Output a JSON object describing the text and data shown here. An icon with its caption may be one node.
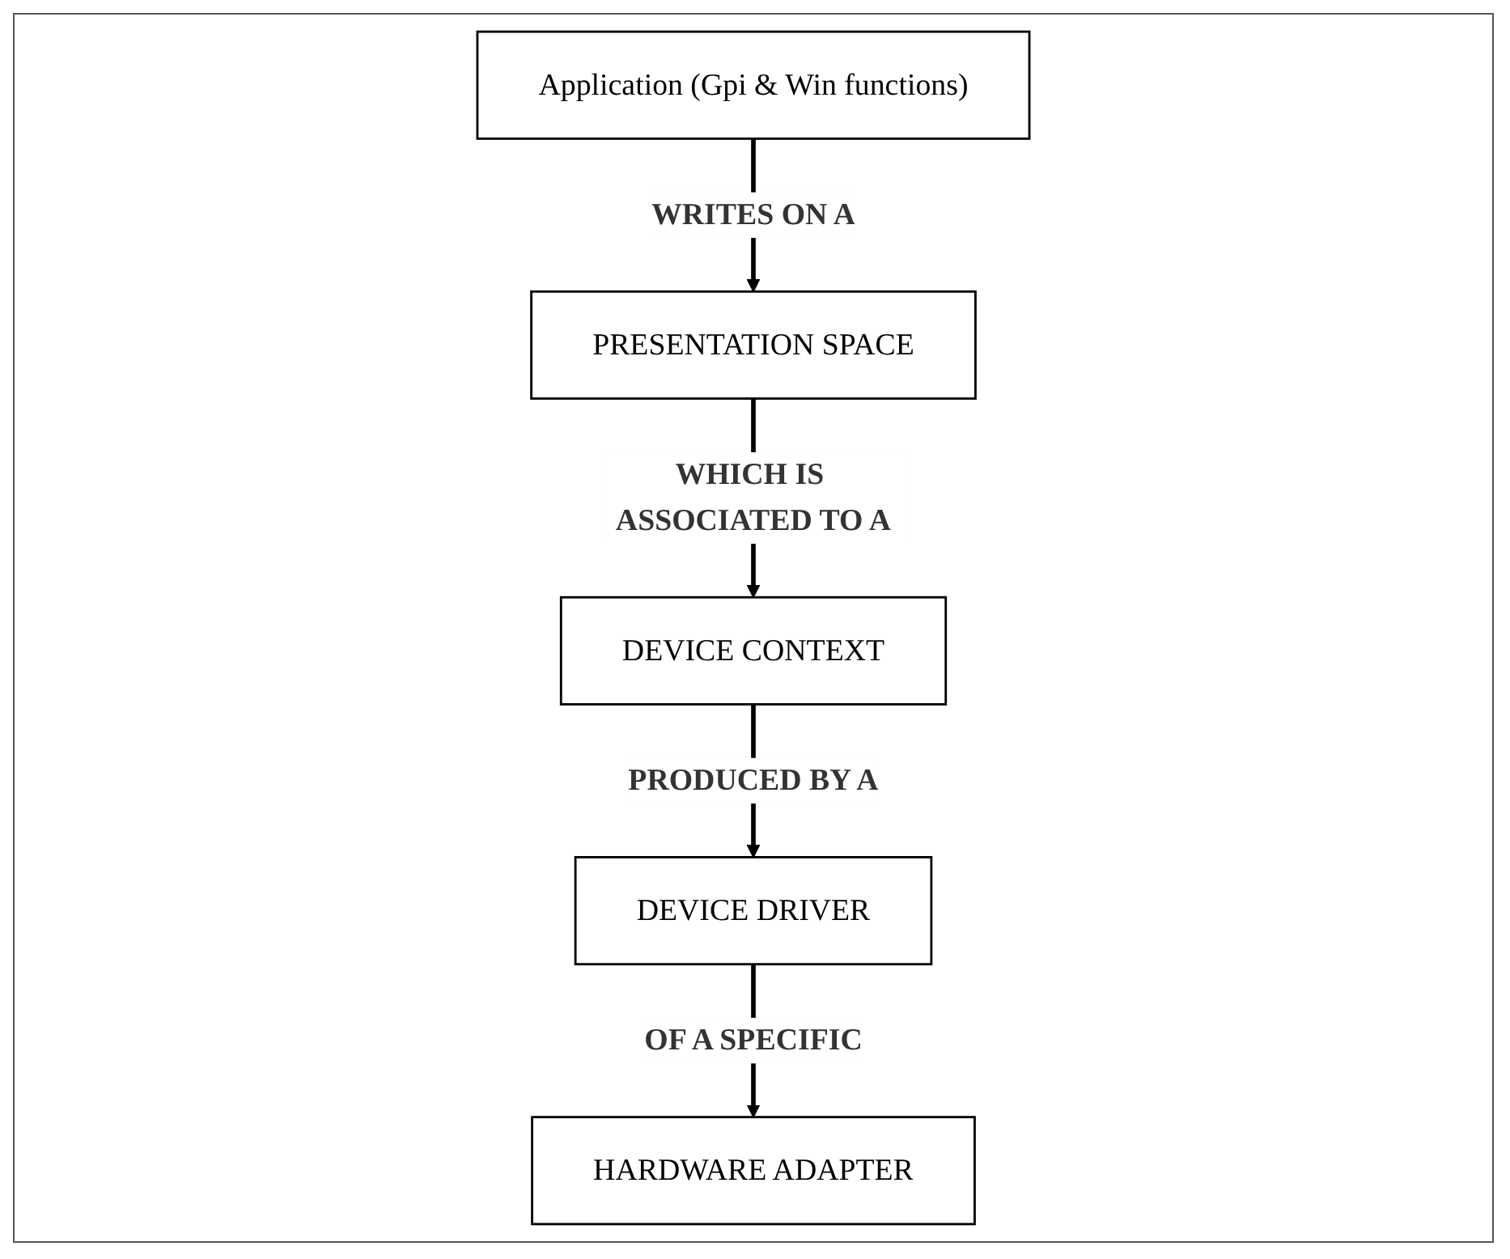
{
  "diagram": {
    "nodes": [
      {
        "text": [
          "Application (Gpi & Win functions)"
        ]
      },
      {
        "text": [
          "PRESENTATION SPACE"
        ]
      },
      {
        "text": [
          "DEVICE CONTEXT"
        ]
      },
      {
        "text": [
          "DEVICE DRIVER"
        ]
      },
      {
        "text": [
          "HARDWARE ADAPTER"
        ]
      }
    ],
    "edges": [
      {
        "from": 0,
        "to": 1,
        "arrow": "to",
        "label": "WRITES ON A"
      },
      {
        "from": 1,
        "to": 2,
        "arrow": "to",
        "label": "WHICH IS ASSOCIATED TO A"
      },
      {
        "from": 2,
        "to": 3,
        "arrow": "to",
        "label": "PRODUCED BY A"
      },
      {
        "from": 3,
        "to": 4,
        "arrow": "to",
        "label": "OF A SPECIFIC"
      }
    ]
  }
}
